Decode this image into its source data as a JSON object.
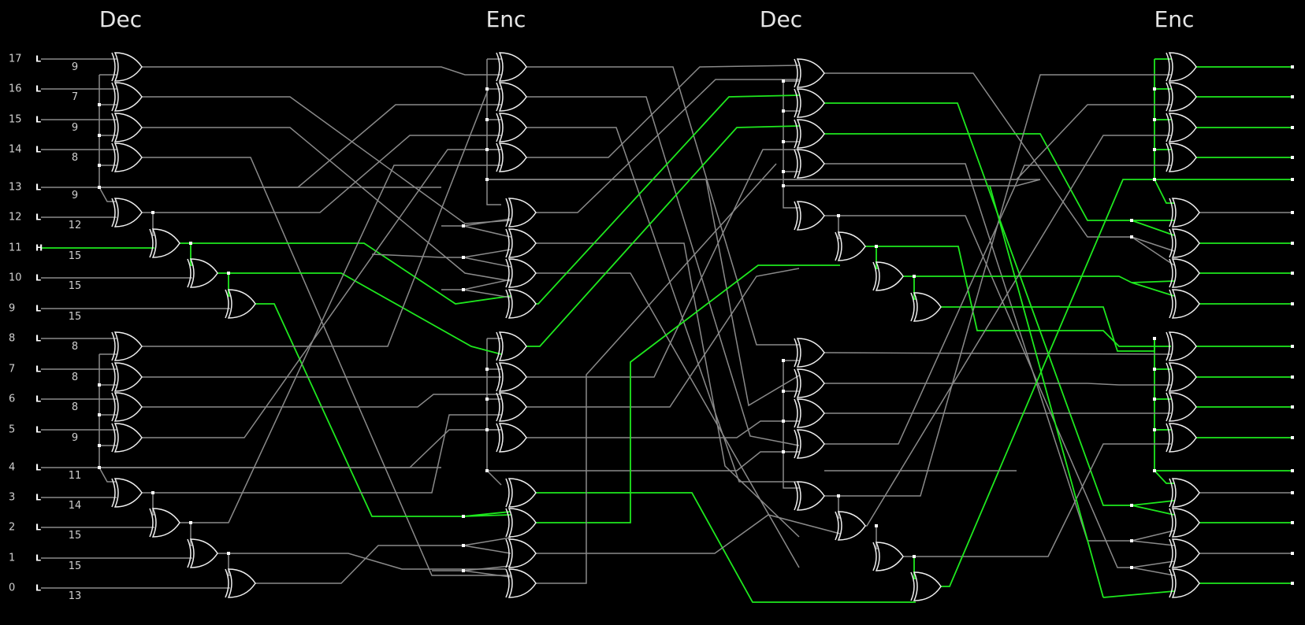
{
  "sections": [
    {
      "label": "Dec"
    },
    {
      "label": "Enc"
    },
    {
      "label": "Dec"
    },
    {
      "label": "Enc"
    }
  ],
  "colors": {
    "background": "#000000",
    "wire_off": "#8a8a8a",
    "wire_on": "#1ee81e",
    "gate_stroke": "#f0f0f0",
    "text": "#cfcfcf"
  },
  "inputs": [
    {
      "index": "17",
      "level": "L",
      "delay": "9"
    },
    {
      "index": "16",
      "level": "L",
      "delay": "7"
    },
    {
      "index": "15",
      "level": "L",
      "delay": "9"
    },
    {
      "index": "14",
      "level": "L",
      "delay": "8"
    },
    {
      "index": "13",
      "level": "L",
      "delay": "9"
    },
    {
      "index": "12",
      "level": "L",
      "delay": "12"
    },
    {
      "index": "11",
      "level": "H",
      "delay": "15"
    },
    {
      "index": "10",
      "level": "L",
      "delay": "15"
    },
    {
      "index": "9",
      "level": "L",
      "delay": "15"
    },
    {
      "index": "8",
      "level": "L",
      "delay": "8"
    },
    {
      "index": "7",
      "level": "L",
      "delay": "8"
    },
    {
      "index": "6",
      "level": "L",
      "delay": "8"
    },
    {
      "index": "5",
      "level": "L",
      "delay": "9"
    },
    {
      "index": "4",
      "level": "L",
      "delay": "11"
    },
    {
      "index": "3",
      "level": "L",
      "delay": "14"
    },
    {
      "index": "2",
      "level": "L",
      "delay": "15"
    },
    {
      "index": "1",
      "level": "L",
      "delay": "15"
    },
    {
      "index": "0",
      "level": "L",
      "delay": "13"
    }
  ],
  "outputs_active": [
    true,
    true,
    true,
    true,
    true,
    false,
    true,
    true,
    true,
    true,
    true,
    true,
    true,
    true,
    false,
    true,
    false,
    true
  ]
}
